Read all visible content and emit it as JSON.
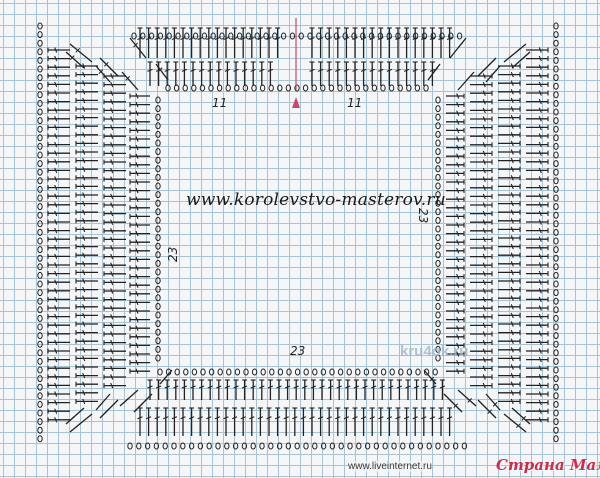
{
  "diagram": {
    "url_text": "www.korolevstvo-masterov.ru",
    "count_top_left": "11",
    "count_top_right": "11",
    "count_left": "23",
    "count_right": "23",
    "count_bottom": "23",
    "start_marker": "start-arrow-red",
    "colors": {
      "ink": "#222222",
      "grid": "#a9c3d6",
      "marker": "#d0456a"
    }
  },
  "watermarks": {
    "site1": "kru4ok.ru",
    "site2": "www.liveinternet.ru",
    "site3": "Страна Мам"
  }
}
